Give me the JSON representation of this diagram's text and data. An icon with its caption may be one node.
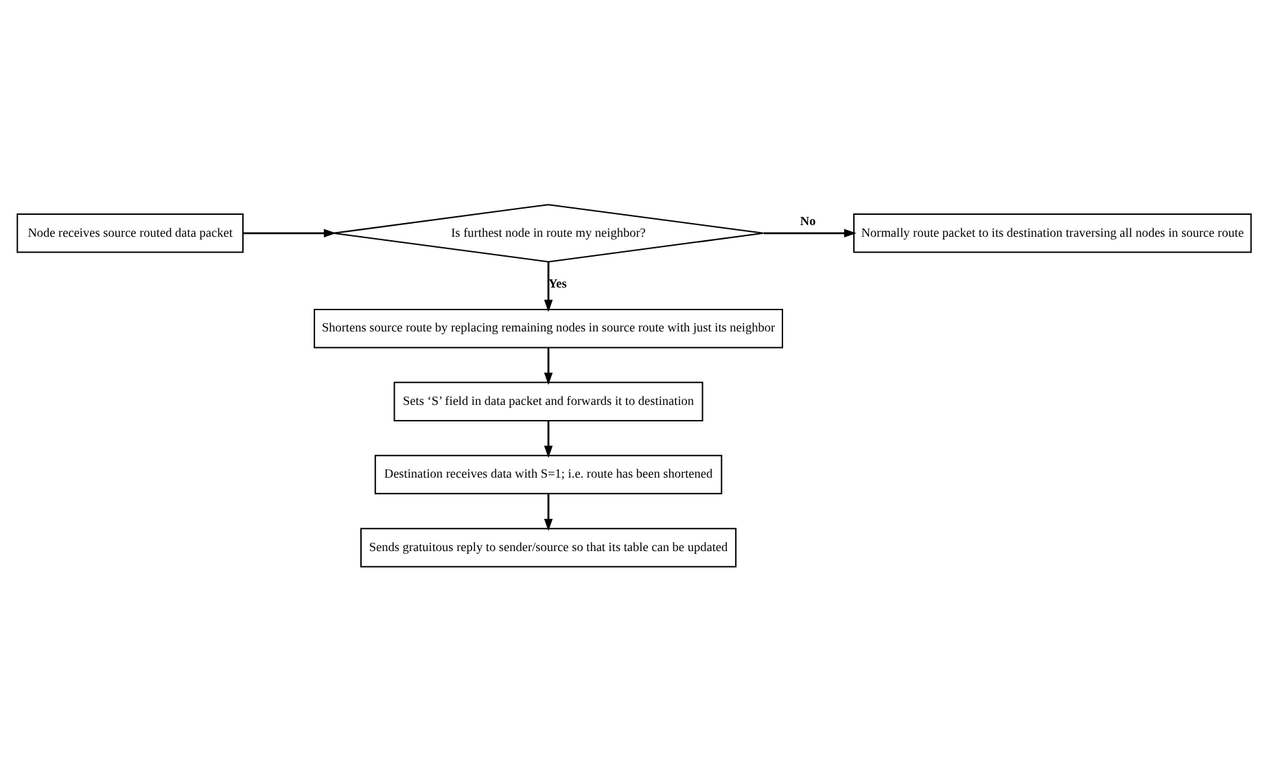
{
  "diagram": {
    "nodes": [
      {
        "text": [
          "Node receives source routed data packet"
        ]
      },
      {
        "text": [
          "Is furthest node in route my neighbor?"
        ]
      },
      {
        "text": [
          "Normally route packet to its destination traversing all nodes in source route"
        ]
      },
      {
        "text": [
          "Shortens source route by replacing remaining nodes in source route with just its neighbor"
        ]
      },
      {
        "text": [
          "Sets ‘S’ field in data packet and forwards it to destination"
        ]
      },
      {
        "text": [
          "Destination receives data with S=1; i.e. route has been shortened"
        ]
      },
      {
        "text": [
          "Sends gratuitous reply to sender/source so that its table can be updated"
        ]
      }
    ],
    "edges": [
      {
        "from": 0,
        "to": 1,
        "arrow": "to"
      },
      {
        "from": 1,
        "to": 2,
        "arrow": "to",
        "label": "No"
      },
      {
        "from": 1,
        "to": 3,
        "arrow": "to",
        "label": "Yes"
      },
      {
        "from": 3,
        "to": 4,
        "arrow": "to"
      },
      {
        "from": 4,
        "to": 5,
        "arrow": "to"
      },
      {
        "from": 5,
        "to": 6,
        "arrow": "to"
      }
    ]
  }
}
